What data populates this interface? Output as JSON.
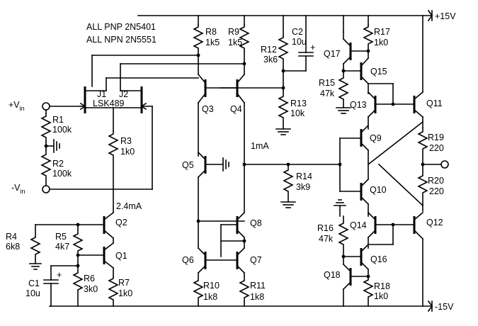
{
  "notes": {
    "pnp": "ALL PNP 2N5401",
    "npn": "ALL NPN 2N5551"
  },
  "rails": {
    "pos": "+15V",
    "neg": "-15V"
  },
  "inputs": {
    "vin_pos_prefix": "+V",
    "vin_neg_prefix": "-V",
    "vin_sub": "in"
  },
  "jfet": {
    "j1": "J1",
    "j2": "J2",
    "part": "LSK489"
  },
  "currents": {
    "tail": "2.4mA",
    "vas": "1mA"
  },
  "transistors": {
    "q1": "Q1",
    "q2": "Q2",
    "q3": "Q3",
    "q4": "Q4",
    "q5": "Q5",
    "q6": "Q6",
    "q7": "Q7",
    "q8": "Q8",
    "q9": "Q9",
    "q10": "Q10",
    "q11": "Q11",
    "q12": "Q12",
    "q13": "Q13",
    "q14": "Q14",
    "q15": "Q15",
    "q16": "Q16",
    "q17": "Q17",
    "q18": "Q18"
  },
  "resistors": {
    "r1": {
      "name": "R1",
      "value": "100k"
    },
    "r2": {
      "name": "R2",
      "value": "100k"
    },
    "r3": {
      "name": "R3",
      "value": "1k0"
    },
    "r4": {
      "name": "R4",
      "value": "6k8"
    },
    "r5": {
      "name": "R5",
      "value": "4k7"
    },
    "r6": {
      "name": "R6",
      "value": "3k0"
    },
    "r7": {
      "name": "R7",
      "value": "1k0"
    },
    "r8": {
      "name": "R8",
      "value": "1k5"
    },
    "r9": {
      "name": "R9",
      "value": "1k5"
    },
    "r10": {
      "name": "R10",
      "value": "1k8"
    },
    "r11": {
      "name": "R11",
      "value": "1k8"
    },
    "r12": {
      "name": "R12",
      "value": "3k6"
    },
    "r13": {
      "name": "R13",
      "value": "10k"
    },
    "r14": {
      "name": "R14",
      "value": "3k9"
    },
    "r15": {
      "name": "R15",
      "value": "47k"
    },
    "r16": {
      "name": "R16",
      "value": "47k"
    },
    "r17": {
      "name": "R17",
      "value": "1k0"
    },
    "r18": {
      "name": "R18",
      "value": "1k0"
    },
    "r19": {
      "name": "R19",
      "value": "220"
    },
    "r20": {
      "name": "R20",
      "value": "220"
    }
  },
  "capacitors": {
    "c1": {
      "name": "C1",
      "value": "10u",
      "polarity": "+"
    },
    "c2": {
      "name": "C2",
      "value": "10u",
      "polarity": "+"
    }
  }
}
